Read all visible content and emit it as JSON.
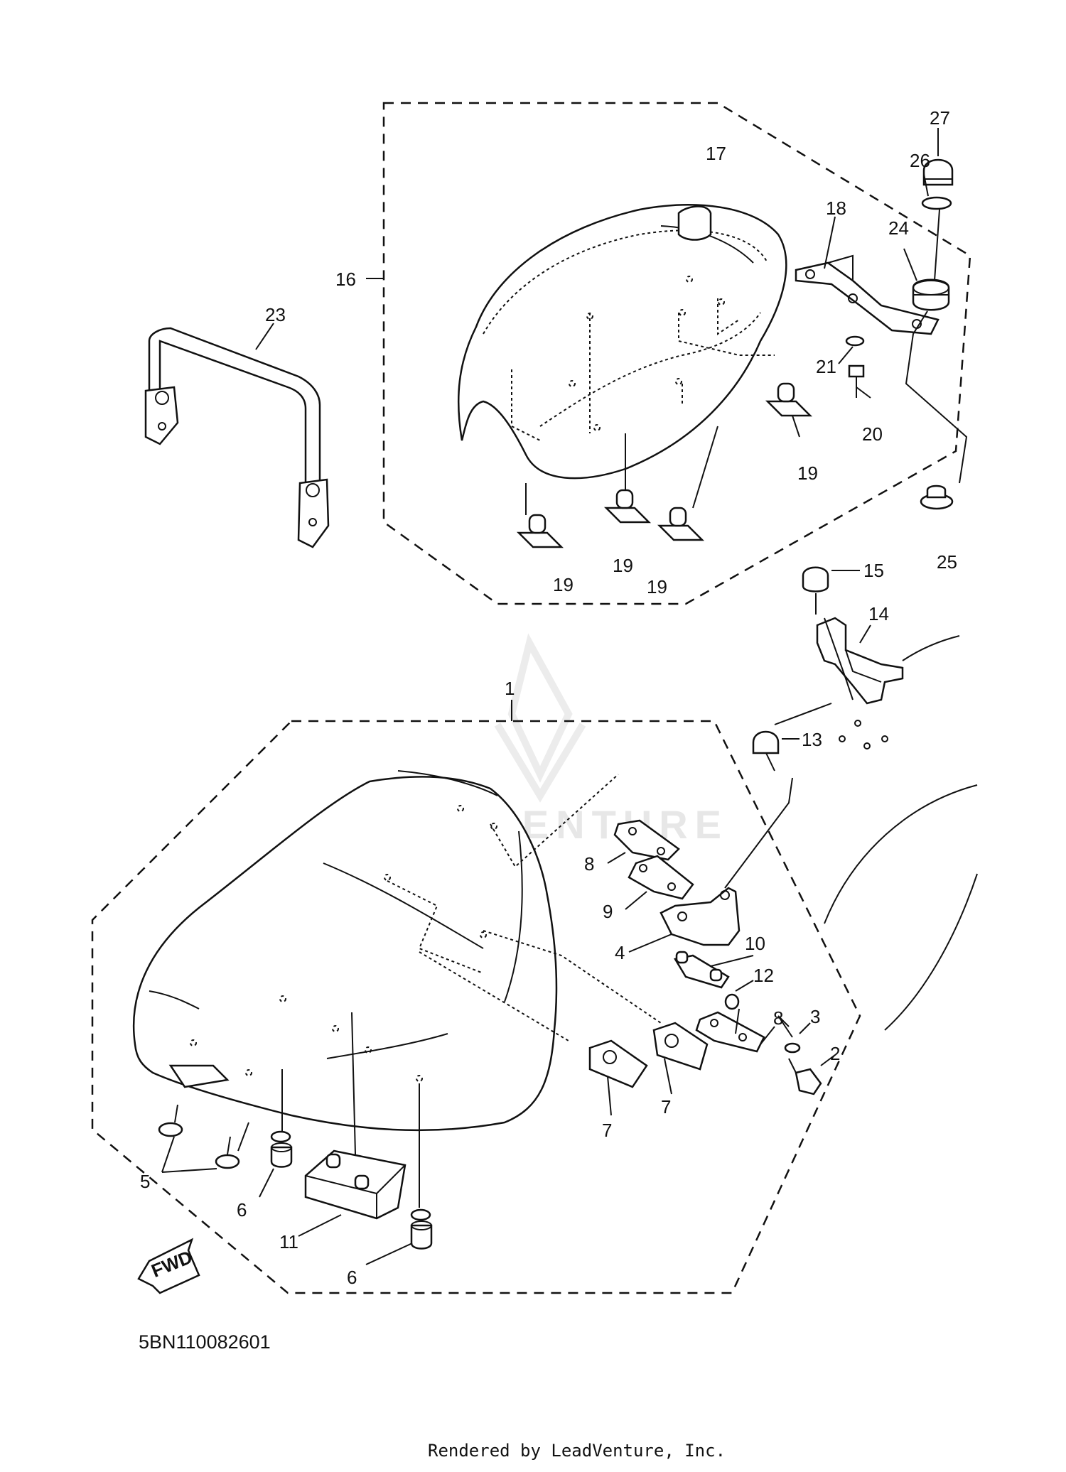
{
  "callouts": {
    "c1": "1",
    "c2": "2",
    "c3": "3",
    "c4": "4",
    "c5": "5",
    "c6a": "6",
    "c6b": "6",
    "c7a": "7",
    "c7b": "7",
    "c8a": "8",
    "c8b": "8",
    "c9": "9",
    "c10": "10",
    "c11": "11",
    "c12": "12",
    "c13": "13",
    "c14": "14",
    "c15": "15",
    "c16": "16",
    "c17": "17",
    "c18": "18",
    "c19a": "19",
    "c19b": "19",
    "c19c": "19",
    "c19d": "19",
    "c20": "20",
    "c21": "21",
    "c23": "23",
    "c24": "24",
    "c25": "25",
    "c26": "26",
    "c27": "27"
  },
  "fwd_label": "FWD",
  "watermark": "LEADVENTURE",
  "diagram_code": "5BN110082601",
  "footer": "Rendered by LeadVenture, Inc."
}
